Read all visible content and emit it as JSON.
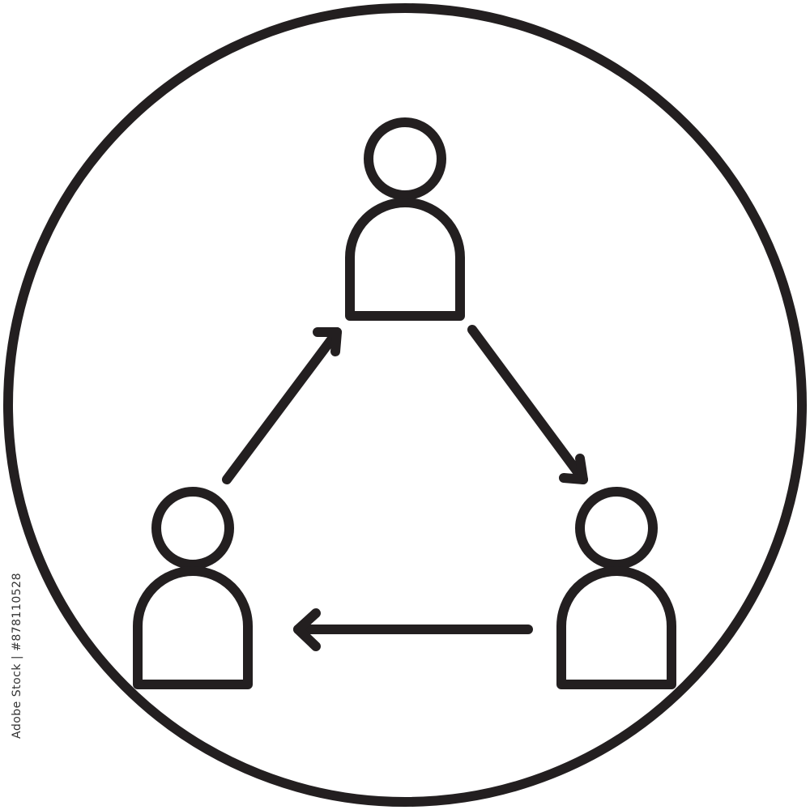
{
  "colors": {
    "stroke": "#231f20",
    "background": "#ffffff",
    "watermark_text": "#333333"
  },
  "diagram": {
    "nodes": [
      {
        "id": "person-top",
        "icon": "person-icon"
      },
      {
        "id": "person-bottom-left",
        "icon": "person-icon"
      },
      {
        "id": "person-bottom-right",
        "icon": "person-icon"
      }
    ],
    "edges": [
      {
        "from": "person-bottom-left",
        "to": "person-top",
        "icon": "arrow-icon"
      },
      {
        "from": "person-top",
        "to": "person-bottom-right",
        "icon": "arrow-icon"
      },
      {
        "from": "person-bottom-right",
        "to": "person-bottom-left",
        "icon": "arrow-icon"
      }
    ],
    "frame": "circle-outline"
  },
  "watermark": {
    "stock_id": "Adobe Stock | #878110528"
  }
}
